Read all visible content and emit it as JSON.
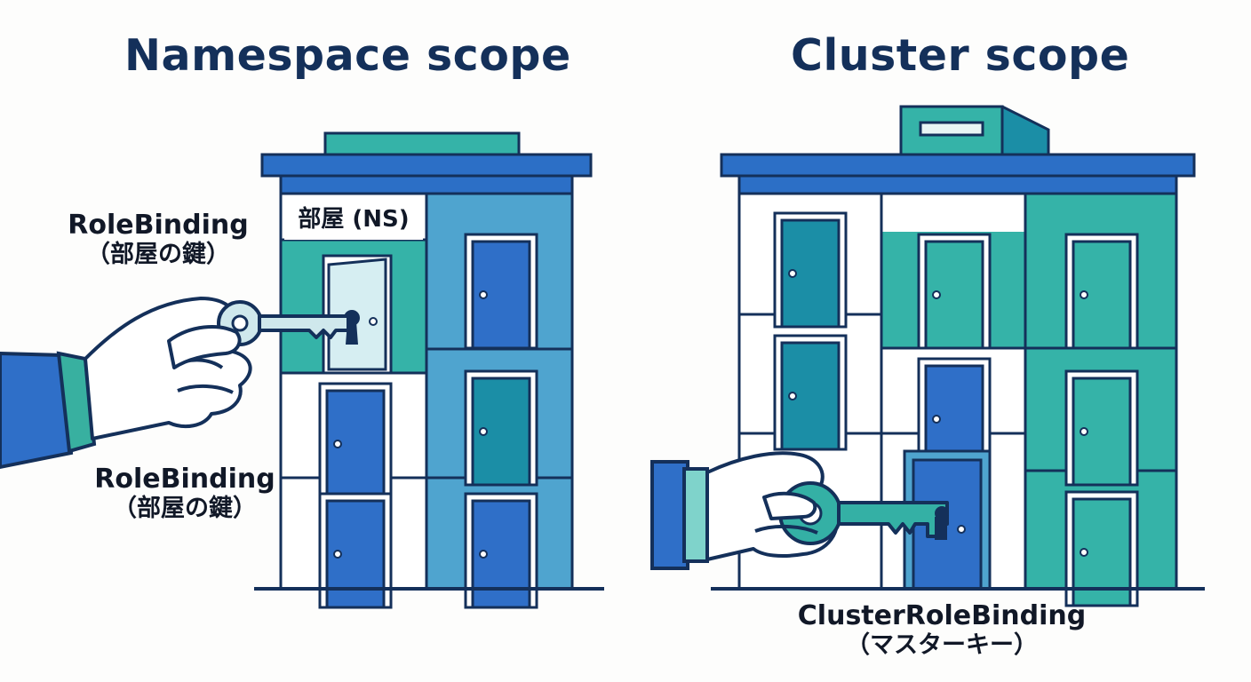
{
  "titles": {
    "namespace": "Namespace scope",
    "cluster": "Cluster scope"
  },
  "labels": {
    "rolebinding_top": {
      "name": "RoleBinding",
      "note": "（部屋の鍵）"
    },
    "rolebinding_bottom": {
      "name": "RoleBinding",
      "note": "（部屋の鍵）"
    },
    "clusterrolebinding": {
      "name": "ClusterRoleBinding",
      "note": "（マスターキー）"
    }
  },
  "room_tag": "部屋 (NS)",
  "colors": {
    "navy": "#14305a",
    "roof_blue": "#2c6fc6",
    "wall_blue": "#4fa4cf",
    "teal": "#35b3a8",
    "door_blue": "#2f6fc8",
    "door_teal": "#1b8ea6",
    "light_door": "#d6eef2",
    "key_light": "#cfe8ec",
    "key_teal": "#34b0a5",
    "sleeve": "#2f6fc8",
    "cuff_teal": "#38b0a0"
  },
  "icons": [
    "building-icon",
    "door-icon",
    "key-icon",
    "hand-icon",
    "master-key-icon"
  ]
}
